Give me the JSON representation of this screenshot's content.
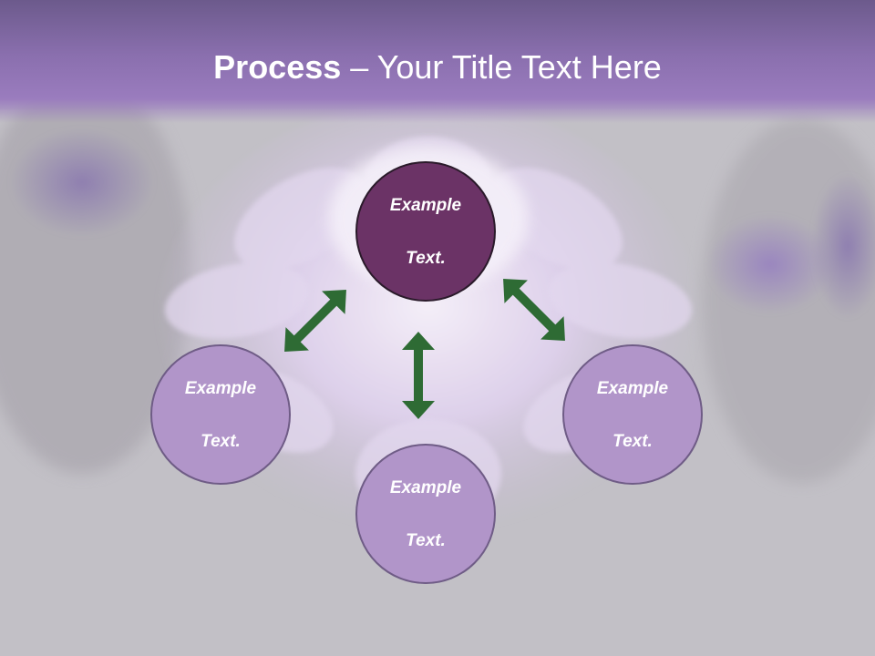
{
  "slide": {
    "title_bold": "Process",
    "title_rest": " – Your Title Text Here"
  },
  "diagram": {
    "center": {
      "line1": "Example",
      "line2": "Text."
    },
    "left": {
      "line1": "Example",
      "line2": "Text."
    },
    "bottom": {
      "line1": "Example",
      "line2": "Text."
    },
    "right": {
      "line1": "Example",
      "line2": "Text."
    }
  },
  "colors": {
    "title_bar": "#8a6fae",
    "center_circle": "#6b3366",
    "outer_circle": "#b195c9",
    "arrow": "#2e6b34"
  }
}
